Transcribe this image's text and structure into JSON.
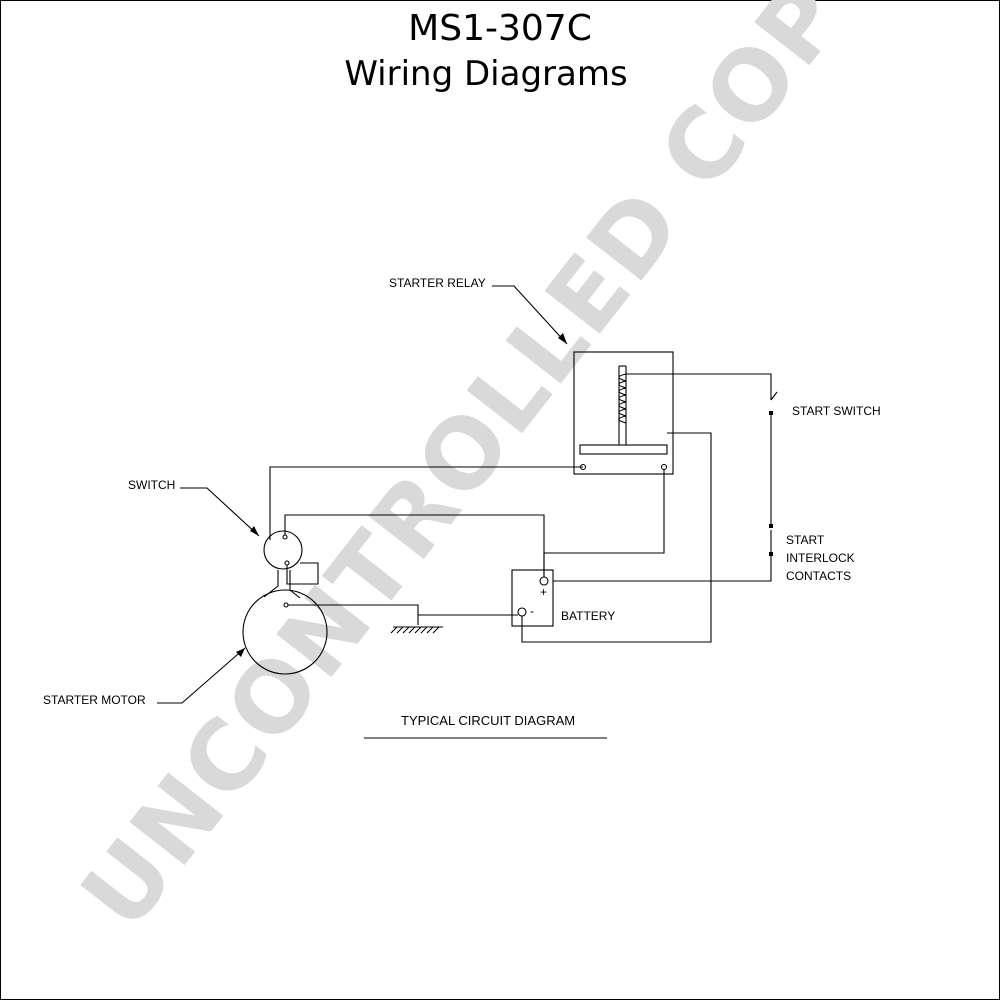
{
  "header": {
    "model": "MS1-307C",
    "title": "Wiring Diagrams"
  },
  "watermark": "UNCONTROLLED COPY",
  "labels": {
    "starter_relay": "STARTER RELAY",
    "start_switch": "START SWITCH",
    "switch": "SWITCH",
    "start_interlock_1": "START",
    "start_interlock_2": "INTERLOCK",
    "start_interlock_3": "CONTACTS",
    "battery": "BATTERY",
    "starter_motor": "STARTER MOTOR",
    "caption": "TYPICAL CIRCUIT DIAGRAM"
  },
  "terminals": {
    "battery_positive": "+",
    "battery_negative": "-"
  },
  "colors": {
    "line": "#000000",
    "watermark": "#d9d9d9",
    "background": "#ffffff"
  }
}
